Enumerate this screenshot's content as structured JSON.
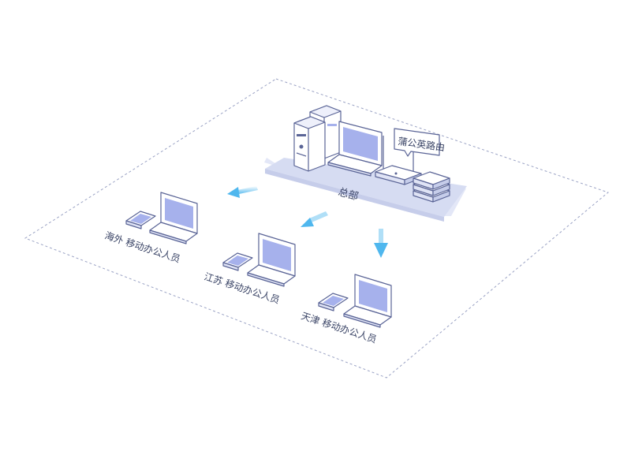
{
  "colors": {
    "stroke": "#5a6496",
    "screen": "#a6b1ec",
    "body": "#ffffff",
    "platform": "#d6dcf2",
    "arrow": "#4fb7ee",
    "border": "#9aa2c4",
    "text": "#3a4466"
  },
  "hq": {
    "label": "总部",
    "router_label": "蒲公英路由",
    "icons": [
      "server-icon",
      "server-icon",
      "laptop-icon",
      "router-icon",
      "switch-icon"
    ]
  },
  "branches": [
    {
      "label": "海外 移动办公人员",
      "icons": [
        "phone-icon",
        "laptop-icon"
      ]
    },
    {
      "label": "江苏 移动办公人员",
      "icons": [
        "phone-icon",
        "laptop-icon"
      ]
    },
    {
      "label": "天津 移动办公人员",
      "icons": [
        "phone-icon",
        "laptop-icon"
      ]
    }
  ]
}
